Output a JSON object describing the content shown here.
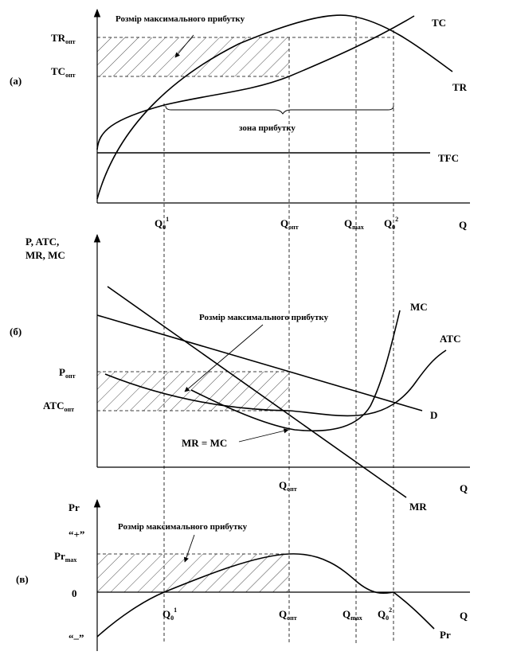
{
  "panels": {
    "a": "(а)",
    "b": "(б)",
    "c": "(в)"
  },
  "top": {
    "note": "Розмір максимального прибутку",
    "zone": "зона прибутку",
    "y_tr": {
      "main": "TR",
      "sub": "опт"
    },
    "y_tc": {
      "main": "TC",
      "sub": "опт"
    },
    "tc": "TC",
    "tr": "TR",
    "tfc": "TFC",
    "x_q01": {
      "main": "Q",
      "sub": "0",
      "sup": "1"
    },
    "x_qopt": {
      "main": "Q",
      "sub": "опт"
    },
    "x_qmax": {
      "main": "Q",
      "sub": "max"
    },
    "x_q02": {
      "main": "Q",
      "sub": "0",
      "sup": "2"
    },
    "x_q": "Q"
  },
  "mid": {
    "y_axis_1": "P, ATC,",
    "y_axis_2": "MR, MC",
    "note": "Розмір максимального прибутку",
    "p": {
      "main": "P",
      "sub": "опт"
    },
    "atc_opt": {
      "main": "ATC",
      "sub": "опт"
    },
    "mc": "MC",
    "atc": "ATC",
    "d": "D",
    "mr": "MR",
    "mrmc": "MR = MC",
    "x_qopt": {
      "main": "Q",
      "sub": "опт"
    },
    "x_q": "Q"
  },
  "bottom": {
    "y_axis": "Pr",
    "plus": "“+”",
    "pr_max": {
      "main": "Pr",
      "sub": "max"
    },
    "zero": "0",
    "minus": "“–”",
    "note": "Розмір максимального прибутку",
    "pr": "Pr",
    "x_q01": {
      "main": "Q",
      "sub": "0",
      "sup": "1"
    },
    "x_qopt": {
      "main": "Q",
      "sub": "опт"
    },
    "x_qmax": {
      "main": "Q",
      "sub": "max"
    },
    "x_q02": {
      "main": "Q",
      "sub": "0",
      "sup": "2"
    },
    "x_q": "Q"
  }
}
